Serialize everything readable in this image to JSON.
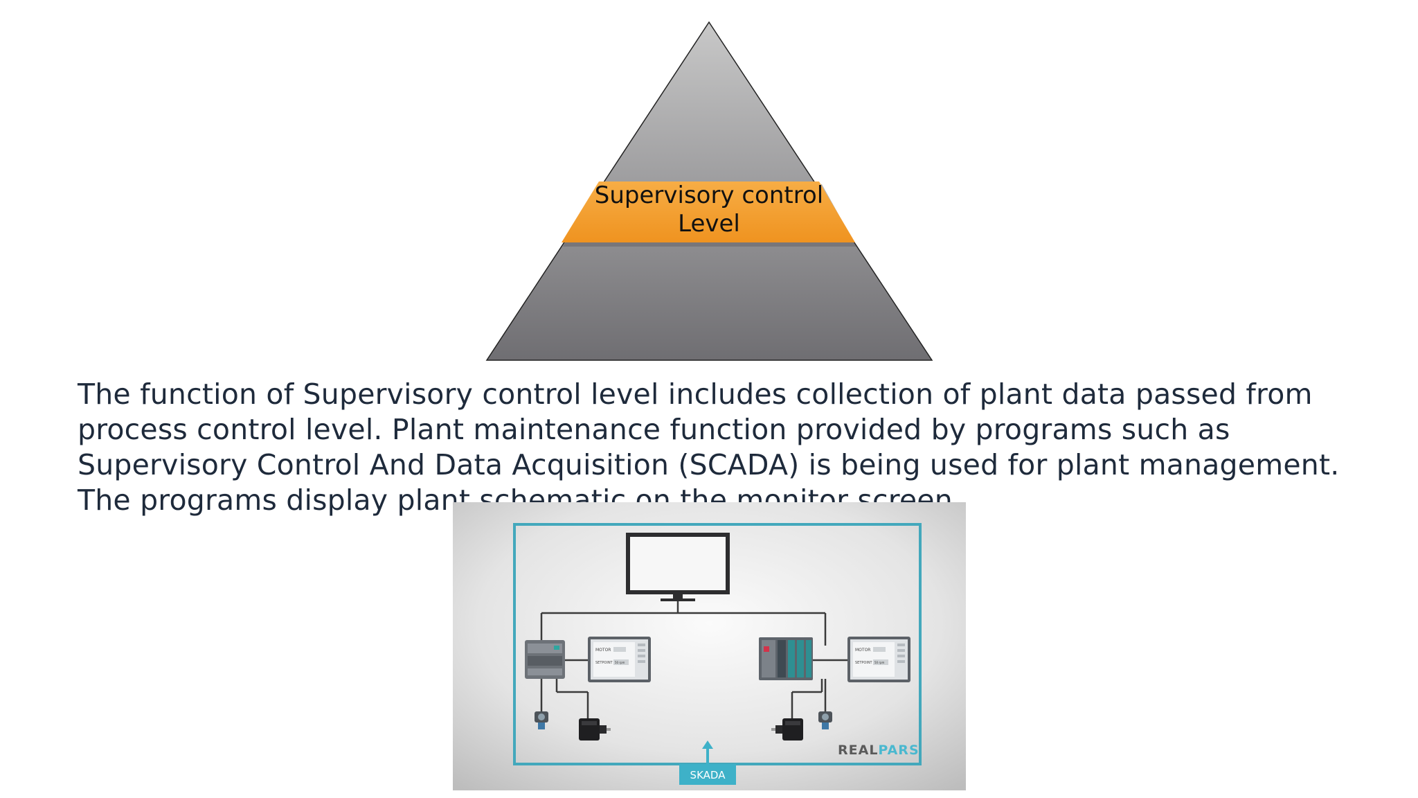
{
  "pyramid": {
    "label_line1": "Supervisory control",
    "label_line2": "Level",
    "colors": {
      "body_top": "#c0c0c0",
      "body_bottom": "#6f6e72",
      "band": "#f5a133",
      "band_dark": "#e28a14"
    }
  },
  "paragraph": {
    "line1": "The function of Supervisory control level includes collection of plant data passed from",
    "line2": "process control level. Plant maintenance function provided by programs such as",
    "line3": "Supervisory Control And Data Acquisition (SCADA) is being used for plant management.",
    "line4": "The programs display plant schematic on the monitor screen."
  },
  "figure": {
    "left_hmi": {
      "row1_label": "MOTOR",
      "row2_label": "SETPOINT",
      "row2_value": "50 rpm"
    },
    "right_hmi": {
      "row1_label": "MOTOR",
      "row2_label": "SETPOINT",
      "row2_value": "50 rpm"
    },
    "tag_label": "SKADA",
    "watermark_part1": "REAL",
    "watermark_part2": "PARS",
    "colors": {
      "frame": "#43a8bc",
      "tag_bg": "#3eb1c8",
      "watermark_dark": "#5a5a5a",
      "watermark_accent": "#4ab8cf"
    }
  }
}
